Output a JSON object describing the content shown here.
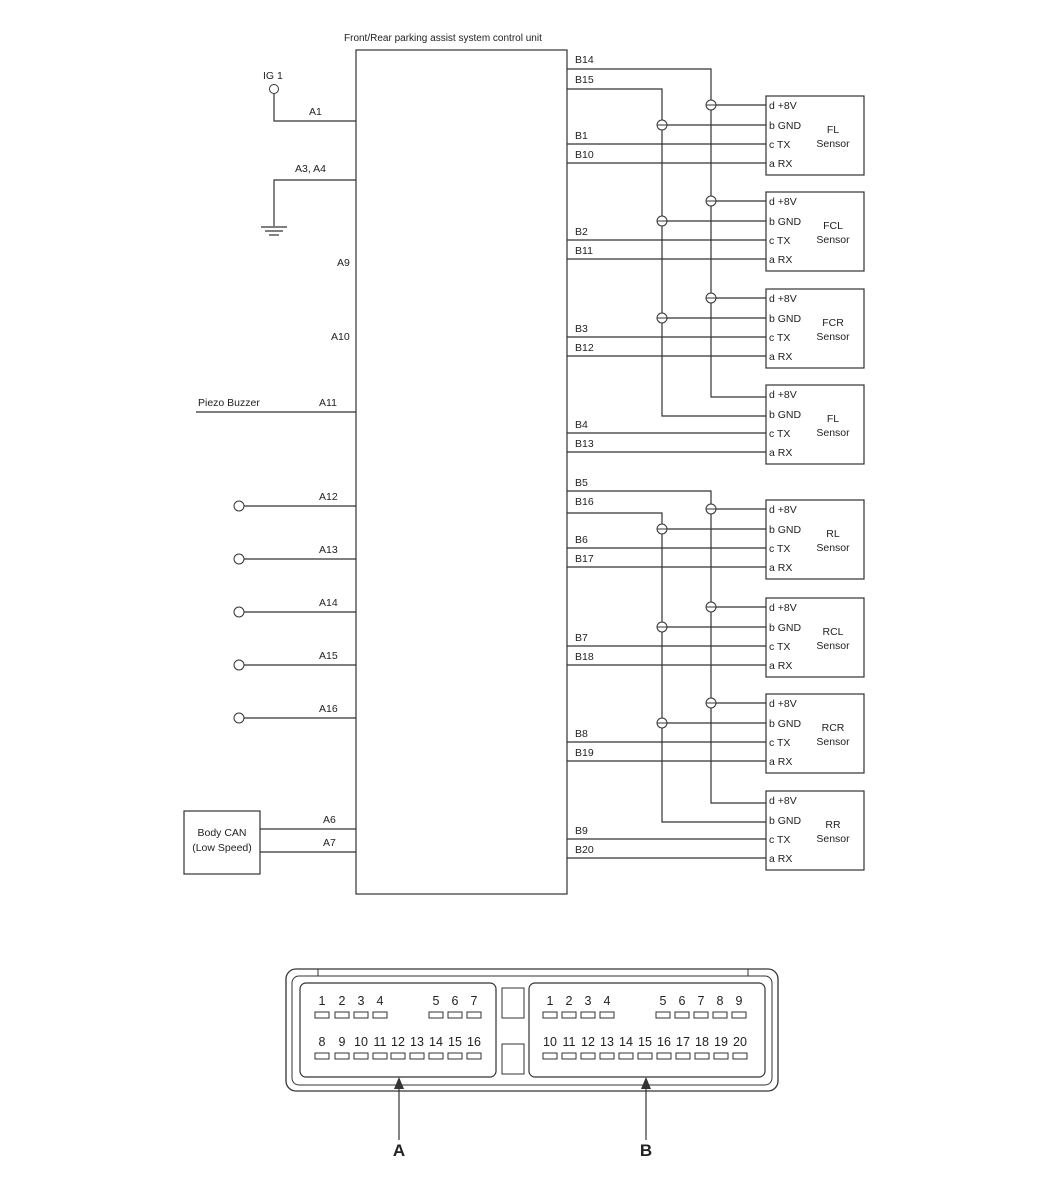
{
  "control_unit": {
    "title": "Front/Rear parking assist system control unit"
  },
  "left_pins": {
    "a1": "A1",
    "a3a4": "A3, A4",
    "a9": "A9",
    "a10": "A10",
    "a11": "A11",
    "a12": "A12",
    "a13": "A13",
    "a14": "A14",
    "a15": "A15",
    "a16": "A16",
    "a6": "A6",
    "a7": "A7"
  },
  "ig1": "IG 1",
  "piezo": "Piezo Buzzer",
  "body_can": {
    "line1": "Body CAN",
    "line2": "(Low Speed)"
  },
  "supply_pins": [
    "B14",
    "B15",
    "B5",
    "B16"
  ],
  "sensor_pin_labels": [
    "d +8V",
    "b GND",
    "c TX",
    "a RX"
  ],
  "sensors": [
    {
      "name": "FL",
      "sub": "Sensor",
      "tx": "B1",
      "rx": "B10"
    },
    {
      "name": "FCL",
      "sub": "Sensor",
      "tx": "B2",
      "rx": "B11"
    },
    {
      "name": "FCR",
      "sub": "Sensor",
      "tx": "B3",
      "rx": "B12"
    },
    {
      "name": "FL",
      "sub": "Sensor",
      "tx": "B4",
      "rx": "B13"
    },
    {
      "name": "RL",
      "sub": "Sensor",
      "tx": "B6",
      "rx": "B17"
    },
    {
      "name": "RCL",
      "sub": "Sensor",
      "tx": "B7",
      "rx": "B18"
    },
    {
      "name": "RCR",
      "sub": "Sensor",
      "tx": "B8",
      "rx": "B19"
    },
    {
      "name": "RR",
      "sub": "Sensor",
      "tx": "B9",
      "rx": "B20"
    }
  ],
  "connector_a": {
    "label": "A",
    "row1": [
      "1",
      "2",
      "3",
      "4",
      "5",
      "6",
      "7"
    ],
    "row2": [
      "8",
      "9",
      "10",
      "11",
      "12",
      "13",
      "14",
      "15",
      "16"
    ]
  },
  "connector_b": {
    "label": "B",
    "row1": [
      "1",
      "2",
      "3",
      "4",
      "5",
      "6",
      "7",
      "8",
      "9"
    ],
    "row2": [
      "10",
      "11",
      "12",
      "13",
      "14",
      "15",
      "16",
      "17",
      "18",
      "19",
      "20"
    ]
  }
}
